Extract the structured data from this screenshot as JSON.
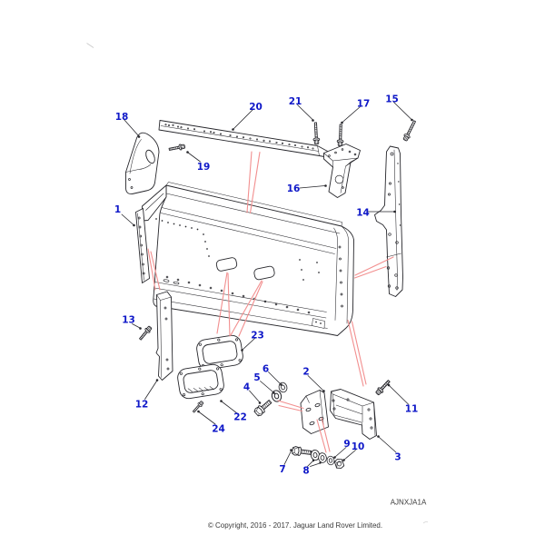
{
  "diagram": {
    "figure_code": "AJNXJA1A",
    "copyright": "© Copyright, 2016 - 2017. Jaguar Land Rover Limited.",
    "callout_numbers": [
      "1",
      "2",
      "3",
      "4",
      "5",
      "6",
      "7",
      "8",
      "9",
      "10",
      "11",
      "12",
      "13",
      "14",
      "15",
      "16",
      "17",
      "18",
      "19",
      "20",
      "21",
      "22",
      "23",
      "24"
    ],
    "colors": {
      "callout_label": "#0f18c8",
      "leader_line": "#26262b",
      "line_art": "#26262b",
      "highlight_line": "#f28f8f",
      "background": "#ffffff"
    }
  }
}
